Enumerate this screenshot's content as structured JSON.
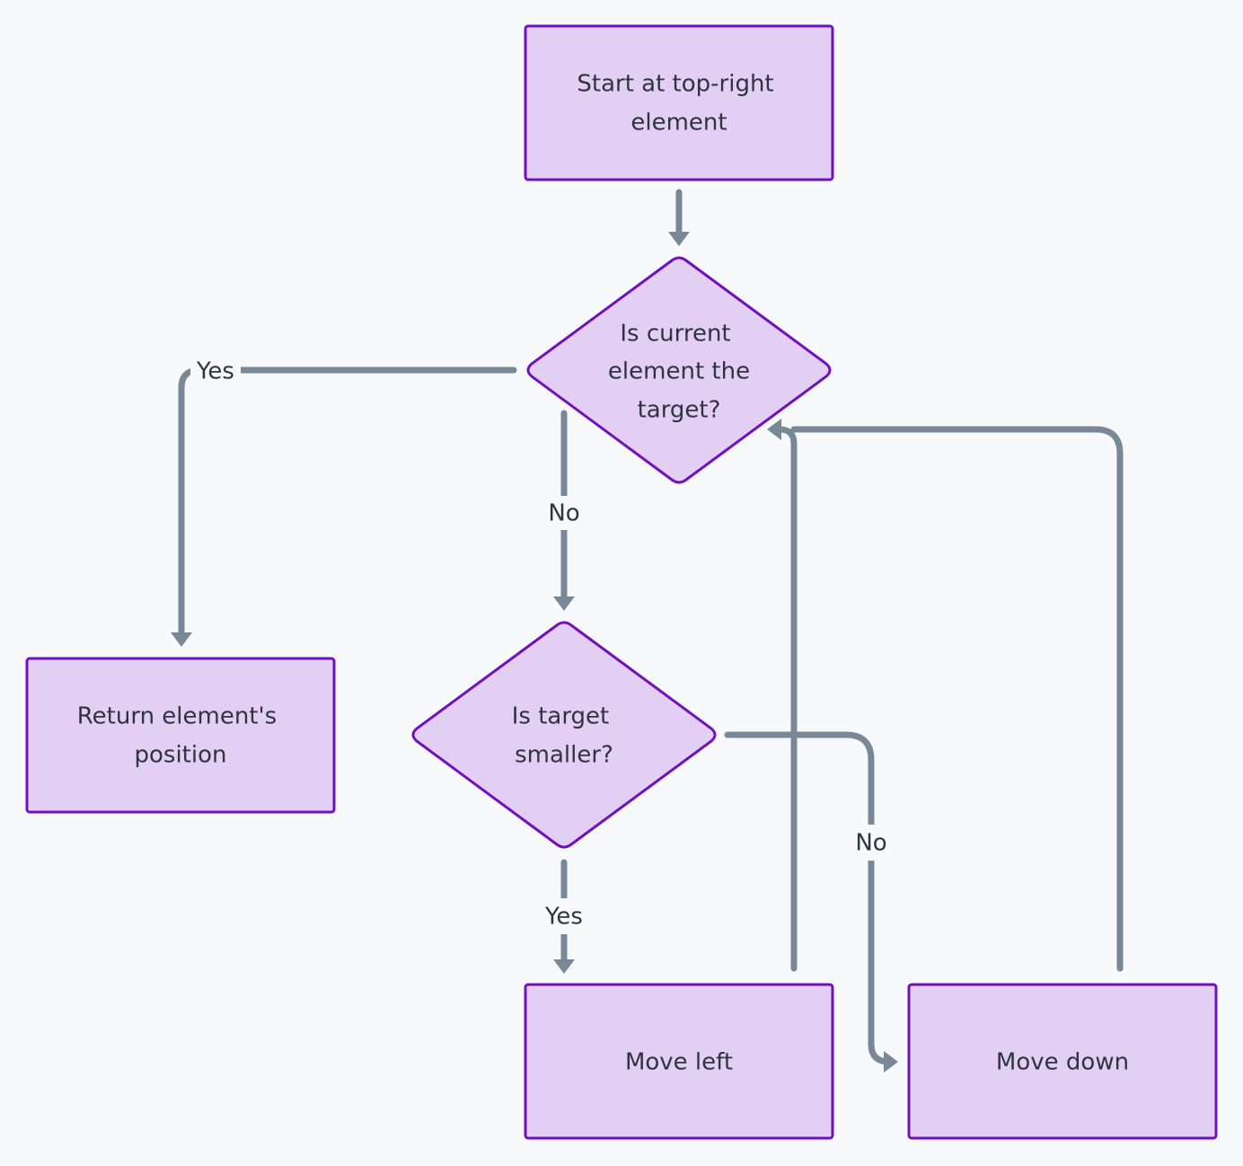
{
  "nodes": {
    "start": {
      "lines": [
        "Start at top-right",
        "element"
      ]
    },
    "is_target": {
      "lines": [
        "Is current",
        "element the",
        "target?"
      ]
    },
    "is_smaller": {
      "lines": [
        "Is target",
        "smaller?"
      ]
    },
    "return_position": {
      "lines": [
        "Return element's",
        "position"
      ]
    },
    "move_left": {
      "lines": [
        "Move left"
      ]
    },
    "move_down": {
      "lines": [
        "Move down"
      ]
    }
  },
  "edges": {
    "target_yes": "Yes",
    "target_no": "No",
    "smaller_yes": "Yes",
    "smaller_no": "No"
  },
  "colors": {
    "background": "#f8f9fb",
    "node_fill": "#e3cff4",
    "node_stroke": "#7010c0",
    "edge": "#798897",
    "text": "#2e3440"
  }
}
